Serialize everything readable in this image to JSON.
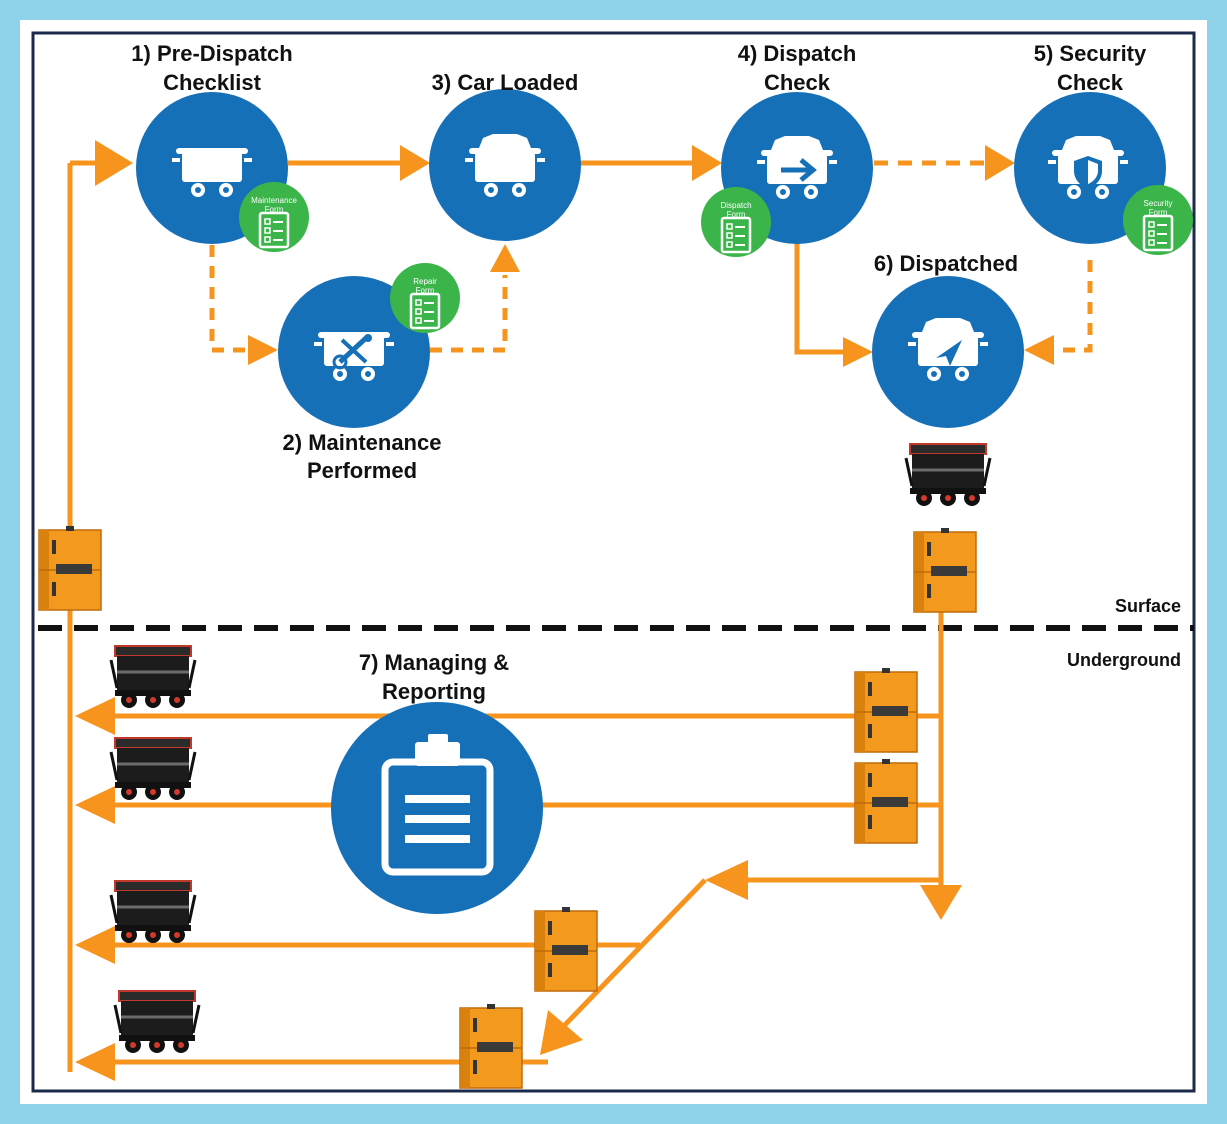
{
  "colors": {
    "frame_outer": "#8fd3ea",
    "frame_inner": "#1b2a4a",
    "arrow": "#f7941d",
    "step_circle": "#1670b8",
    "form_badge": "#3bb54a",
    "cabinet": "#f39a1e",
    "cart_body": "#1c1c1c"
  },
  "steps": [
    {
      "id": "pre-dispatch",
      "line1": "1) Pre-Dispatch",
      "line2": "Checklist",
      "icon": "mine-car-icon"
    },
    {
      "id": "maintenance",
      "line1": "2) Maintenance",
      "line2": "Performed",
      "icon": "wrench-screwdriver-icon"
    },
    {
      "id": "car-loaded",
      "line1": "3) Car Loaded",
      "line2": "",
      "icon": "loaded-mine-car-icon"
    },
    {
      "id": "dispatch-check",
      "line1": "4) Dispatch",
      "line2": "Check",
      "icon": "arrow-right-icon"
    },
    {
      "id": "security-check",
      "line1": "5) Security",
      "line2": "Check",
      "icon": "shield-icon"
    },
    {
      "id": "dispatched",
      "line1": "6) Dispatched",
      "line2": "",
      "icon": "paper-plane-icon"
    },
    {
      "id": "managing",
      "line1": "7) Managing &",
      "line2": "Reporting",
      "icon": "clipboard-icon"
    }
  ],
  "forms": [
    {
      "id": "maintenance-form",
      "line1": "Maintenance",
      "line2": "Form",
      "icon": "checklist-icon"
    },
    {
      "id": "repair-form",
      "line1": "Repair",
      "line2": "Form",
      "icon": "checklist-icon"
    },
    {
      "id": "dispatch-form",
      "line1": "Dispatch",
      "line2": "Form",
      "icon": "checklist-icon"
    },
    {
      "id": "security-form",
      "line1": "Security",
      "line2": "Form",
      "icon": "checklist-icon"
    }
  ],
  "zones": {
    "surface": "Surface",
    "underground": "Underground"
  }
}
